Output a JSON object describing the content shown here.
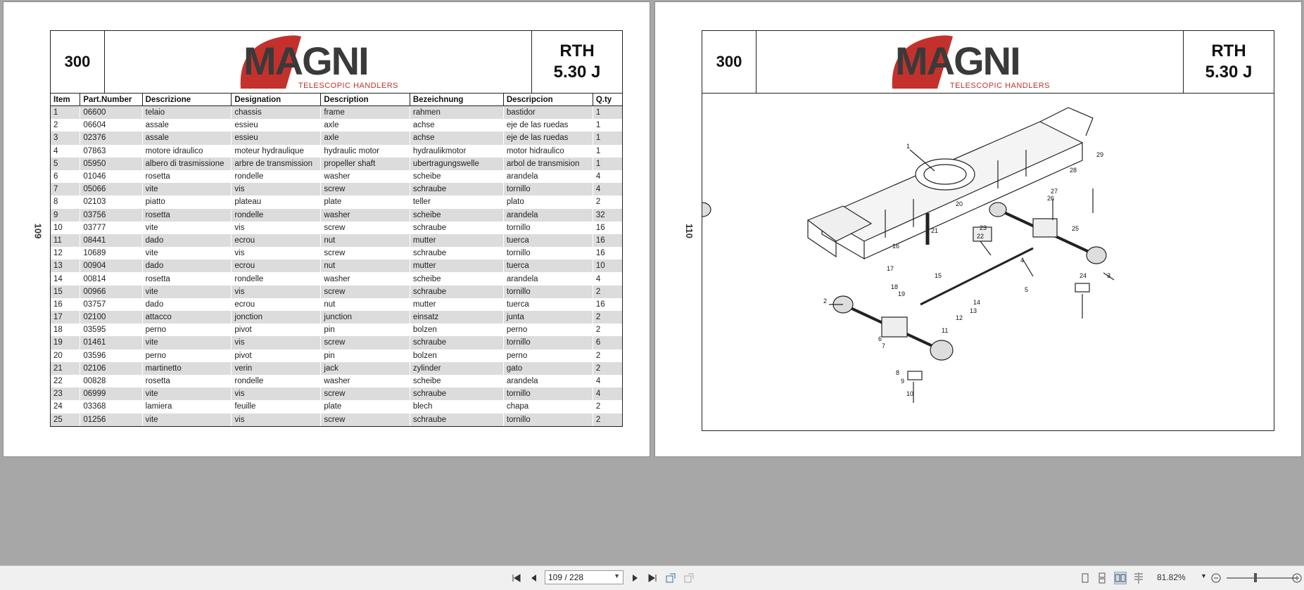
{
  "left_page": {
    "side_number": "109",
    "section": "300",
    "logo": {
      "brand": "MAGNI",
      "tagline": "TELESCOPIC HANDLERS"
    },
    "model": {
      "line1": "RTH",
      "line2": "5.30 J"
    },
    "columns": [
      "Item",
      "Part.Number",
      "Descrizione",
      "Designation",
      "Description",
      "Bezeichnung",
      "Descripcion",
      "Q.ty"
    ],
    "rows": [
      [
        "1",
        "06600",
        "telaio",
        "chassis",
        "frame",
        "rahmen",
        "bastidor",
        "1"
      ],
      [
        "2",
        "06604",
        "assale",
        "essieu",
        "axle",
        "achse",
        "eje de las ruedas",
        "1"
      ],
      [
        "3",
        "02376",
        "assale",
        "essieu",
        "axle",
        "achse",
        "eje de las ruedas",
        "1"
      ],
      [
        "4",
        "07863",
        "motore idraulico",
        "moteur hydraulique",
        "hydraulic motor",
        "hydraulikmotor",
        "motor hidraulico",
        "1"
      ],
      [
        "5",
        "05950",
        "albero di trasmissione",
        "arbre de transmission",
        "propeller shaft",
        "ubertragungswelle",
        "arbol de transmision",
        "1"
      ],
      [
        "6",
        "01046",
        "rosetta",
        "rondelle",
        "washer",
        "scheibe",
        "arandela",
        "4"
      ],
      [
        "7",
        "05066",
        "vite",
        "vis",
        "screw",
        "schraube",
        "tornillo",
        "4"
      ],
      [
        "8",
        "02103",
        "piatto",
        "plateau",
        "plate",
        "teller",
        "plato",
        "2"
      ],
      [
        "9",
        "03756",
        "rosetta",
        "rondelle",
        "washer",
        "scheibe",
        "arandela",
        "32"
      ],
      [
        "10",
        "03777",
        "vite",
        "vis",
        "screw",
        "schraube",
        "tornillo",
        "16"
      ],
      [
        "11",
        "08441",
        "dado",
        "ecrou",
        "nut",
        "mutter",
        "tuerca",
        "16"
      ],
      [
        "12",
        "10689",
        "vite",
        "vis",
        "screw",
        "schraube",
        "tornillo",
        "16"
      ],
      [
        "13",
        "00904",
        "dado",
        "ecrou",
        "nut",
        "mutter",
        "tuerca",
        "10"
      ],
      [
        "14",
        "00814",
        "rosetta",
        "rondelle",
        "washer",
        "scheibe",
        "arandela",
        "4"
      ],
      [
        "15",
        "00966",
        "vite",
        "vis",
        "screw",
        "schraube",
        "tornillo",
        "2"
      ],
      [
        "16",
        "03757",
        "dado",
        "ecrou",
        "nut",
        "mutter",
        "tuerca",
        "16"
      ],
      [
        "17",
        "02100",
        "attacco",
        "jonction",
        "junction",
        "einsatz",
        "junta",
        "2"
      ],
      [
        "18",
        "03595",
        "perno",
        "pivot",
        "pin",
        "bolzen",
        "perno",
        "2"
      ],
      [
        "19",
        "01461",
        "vite",
        "vis",
        "screw",
        "schraube",
        "tornillo",
        "6"
      ],
      [
        "20",
        "03596",
        "perno",
        "pivot",
        "pin",
        "bolzen",
        "perno",
        "2"
      ],
      [
        "21",
        "02106",
        "martinetto",
        "verin",
        "jack",
        "zylinder",
        "gato",
        "2"
      ],
      [
        "22",
        "00828",
        "rosetta",
        "rondelle",
        "washer",
        "scheibe",
        "arandela",
        "4"
      ],
      [
        "23",
        "06999",
        "vite",
        "vis",
        "screw",
        "schraube",
        "tornillo",
        "4"
      ],
      [
        "24",
        "03368",
        "lamiera",
        "feuille",
        "plate",
        "blech",
        "chapa",
        "2"
      ],
      [
        "25",
        "01256",
        "vite",
        "vis",
        "screw",
        "schraube",
        "tornillo",
        "2"
      ]
    ]
  },
  "right_page": {
    "side_number": "110",
    "section": "300",
    "logo": {
      "brand": "MAGNI",
      "tagline": "TELESCOPIC HANDLERS"
    },
    "model": {
      "line1": "RTH",
      "line2": "5.30 J"
    },
    "callouts": [
      "1",
      "2",
      "3",
      "4",
      "5",
      "6",
      "7",
      "8",
      "9",
      "10",
      "11",
      "12",
      "13",
      "14",
      "15",
      "16",
      "17",
      "18",
      "19",
      "20",
      "21",
      "22",
      "23",
      "24",
      "25",
      "26",
      "27",
      "28",
      "29"
    ]
  },
  "toolbar": {
    "page_value": "109 / 228",
    "zoom": "81.82%"
  }
}
